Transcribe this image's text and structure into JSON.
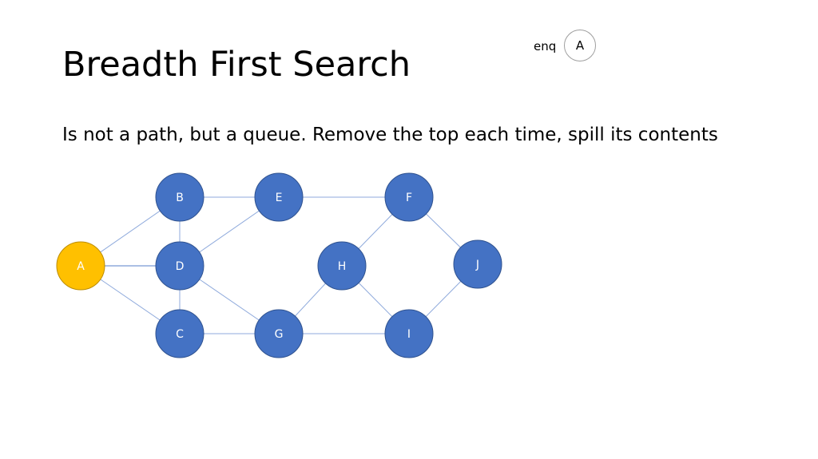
{
  "slide": {
    "title": "Breadth First Search",
    "subtitle": "Is not a path, but a queue. Remove the top each time, spill its contents"
  },
  "queue": {
    "label": "enq",
    "items": [
      "A"
    ]
  },
  "colors": {
    "node_fill": "#4472c4",
    "node_stroke": "#2f528f",
    "active_fill": "#ffc000",
    "active_stroke": "#bc8c00",
    "edge": "#8faadc"
  },
  "graph": {
    "nodes": [
      {
        "id": "A",
        "label": "A",
        "state": "active"
      },
      {
        "id": "B",
        "label": "B",
        "state": "normal"
      },
      {
        "id": "D",
        "label": "D",
        "state": "normal"
      },
      {
        "id": "C",
        "label": "C",
        "state": "normal"
      },
      {
        "id": "E",
        "label": "E",
        "state": "normal"
      },
      {
        "id": "G",
        "label": "G",
        "state": "normal"
      },
      {
        "id": "H",
        "label": "H",
        "state": "normal"
      },
      {
        "id": "F",
        "label": "F",
        "state": "normal"
      },
      {
        "id": "I",
        "label": "I",
        "state": "normal"
      },
      {
        "id": "J",
        "label": "J",
        "state": "normal"
      }
    ],
    "edges": [
      [
        "A",
        "B"
      ],
      [
        "A",
        "D"
      ],
      [
        "A",
        "C"
      ],
      [
        "B",
        "D"
      ],
      [
        "D",
        "C"
      ],
      [
        "B",
        "E"
      ],
      [
        "D",
        "E"
      ],
      [
        "D",
        "G"
      ],
      [
        "C",
        "G"
      ],
      [
        "E",
        "F"
      ],
      [
        "G",
        "H"
      ],
      [
        "G",
        "I"
      ],
      [
        "H",
        "F"
      ],
      [
        "H",
        "I"
      ],
      [
        "F",
        "J"
      ],
      [
        "I",
        "J"
      ]
    ]
  }
}
